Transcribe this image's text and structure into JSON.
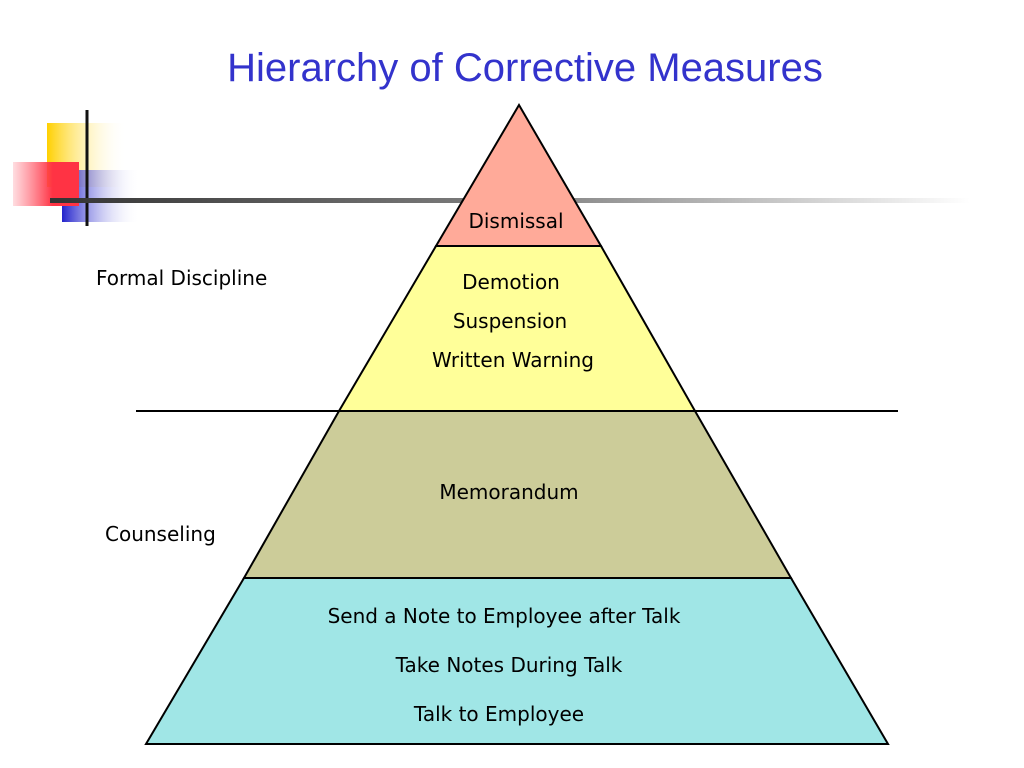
{
  "title": "Hierarchy of Corrective Measures",
  "side_labels": {
    "formal_discipline": "Formal Discipline",
    "counseling": "Counseling"
  },
  "colors": {
    "title": "#3333cc",
    "tier_dismissal": "#ffaa99",
    "tier_formal": "#ffff99",
    "tier_memorandum": "#cccc99",
    "tier_counseling": "#a0e6e6",
    "deco_yellow": "#ffd000",
    "deco_red": "#ff3344",
    "deco_blue": "#2222cc"
  },
  "pyramid": {
    "tiers": [
      {
        "name": "dismissal",
        "lines": [
          "Dismissal"
        ]
      },
      {
        "name": "formal",
        "lines": [
          "Demotion",
          "Suspension",
          "Written Warning"
        ]
      },
      {
        "name": "memorandum",
        "lines": [
          "Memorandum"
        ]
      },
      {
        "name": "counseling",
        "lines": [
          "Send a Note to Employee after Talk",
          "Take Notes During Talk",
          "Talk to Employee"
        ]
      }
    ]
  }
}
